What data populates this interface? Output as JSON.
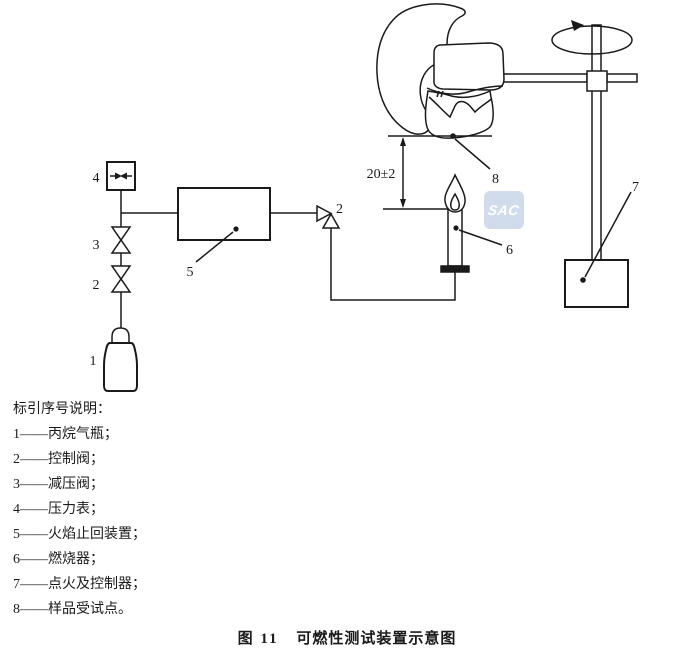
{
  "diagram": {
    "dimension_label": "20±2",
    "watermark": "SAC",
    "part_labels": {
      "bottle": "1",
      "lower_control_valve": "2",
      "reducer_valve": "3",
      "pressure_gauge": "4",
      "flame_arrester": "5",
      "right_control_valve": "2",
      "burner": "6",
      "igniter_controller": "7",
      "sample_point": "8"
    }
  },
  "legend": {
    "title": "标引序号说明：",
    "items": [
      "1——丙烷气瓶；",
      "2——控制阀；",
      "3——减压阀；",
      "4——压力表；",
      "5——火焰止回装置；",
      "6——燃烧器；",
      "7——点火及控制器；",
      "8——样品受试点。"
    ]
  },
  "caption": {
    "fig": "图  11",
    "title": "可燃性测试装置示意图"
  }
}
